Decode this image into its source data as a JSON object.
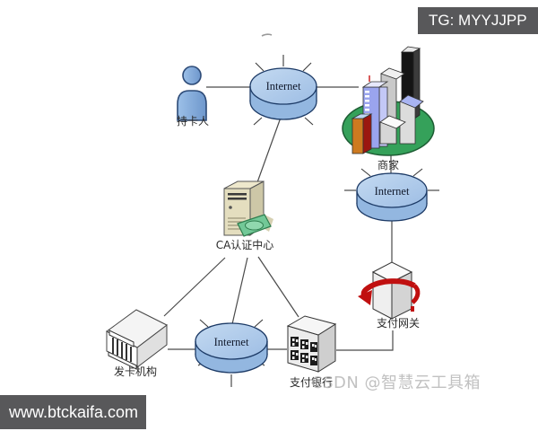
{
  "overlays": {
    "top_banner": {
      "text": "TG: MYYJJPP",
      "bg": "#58585a"
    },
    "bottom_banner": {
      "text": "www.btckaifa.com",
      "bg": "#58585a"
    },
    "watermark": {
      "text": "CSDN @智慧云工具箱"
    }
  },
  "diagram": {
    "type": "network-topology",
    "nodes": {
      "cardholder": {
        "label": "持卡人"
      },
      "internet_top": {
        "label": "Internet"
      },
      "merchant": {
        "label": "商家"
      },
      "internet_right": {
        "label": "Internet"
      },
      "payment_gateway": {
        "label": "支付网关"
      },
      "ca_center": {
        "label": "CA认证中心"
      },
      "card_issuer": {
        "label": "发卡机构"
      },
      "internet_bottom": {
        "label": "Internet"
      },
      "payment_bank": {
        "label": "支付银行"
      }
    },
    "edges": [
      "持卡人 - Internet(top)",
      "Internet(top) - 商家",
      "Internet(top) - CA认证中心",
      "商家 - Internet(right)",
      "Internet(right) - 支付网关",
      "支付网关 - 支付银行",
      "CA认证中心 - 发卡机构",
      "CA认证中心 - Internet(bottom)",
      "CA认证中心 - 支付银行",
      "发卡机构 - Internet(bottom)",
      "Internet(bottom) - 支付银行"
    ],
    "colors": {
      "internet_top_face": "#b2cdec",
      "internet_side": "#93b7e0",
      "internet_outline": "#1c3a66",
      "merchant_ground": "#35a15a",
      "gateway_arrow": "#c01010",
      "ca_tower": "#e4debf",
      "ca_card": "#72c897",
      "line": "#4a4a4a"
    }
  }
}
